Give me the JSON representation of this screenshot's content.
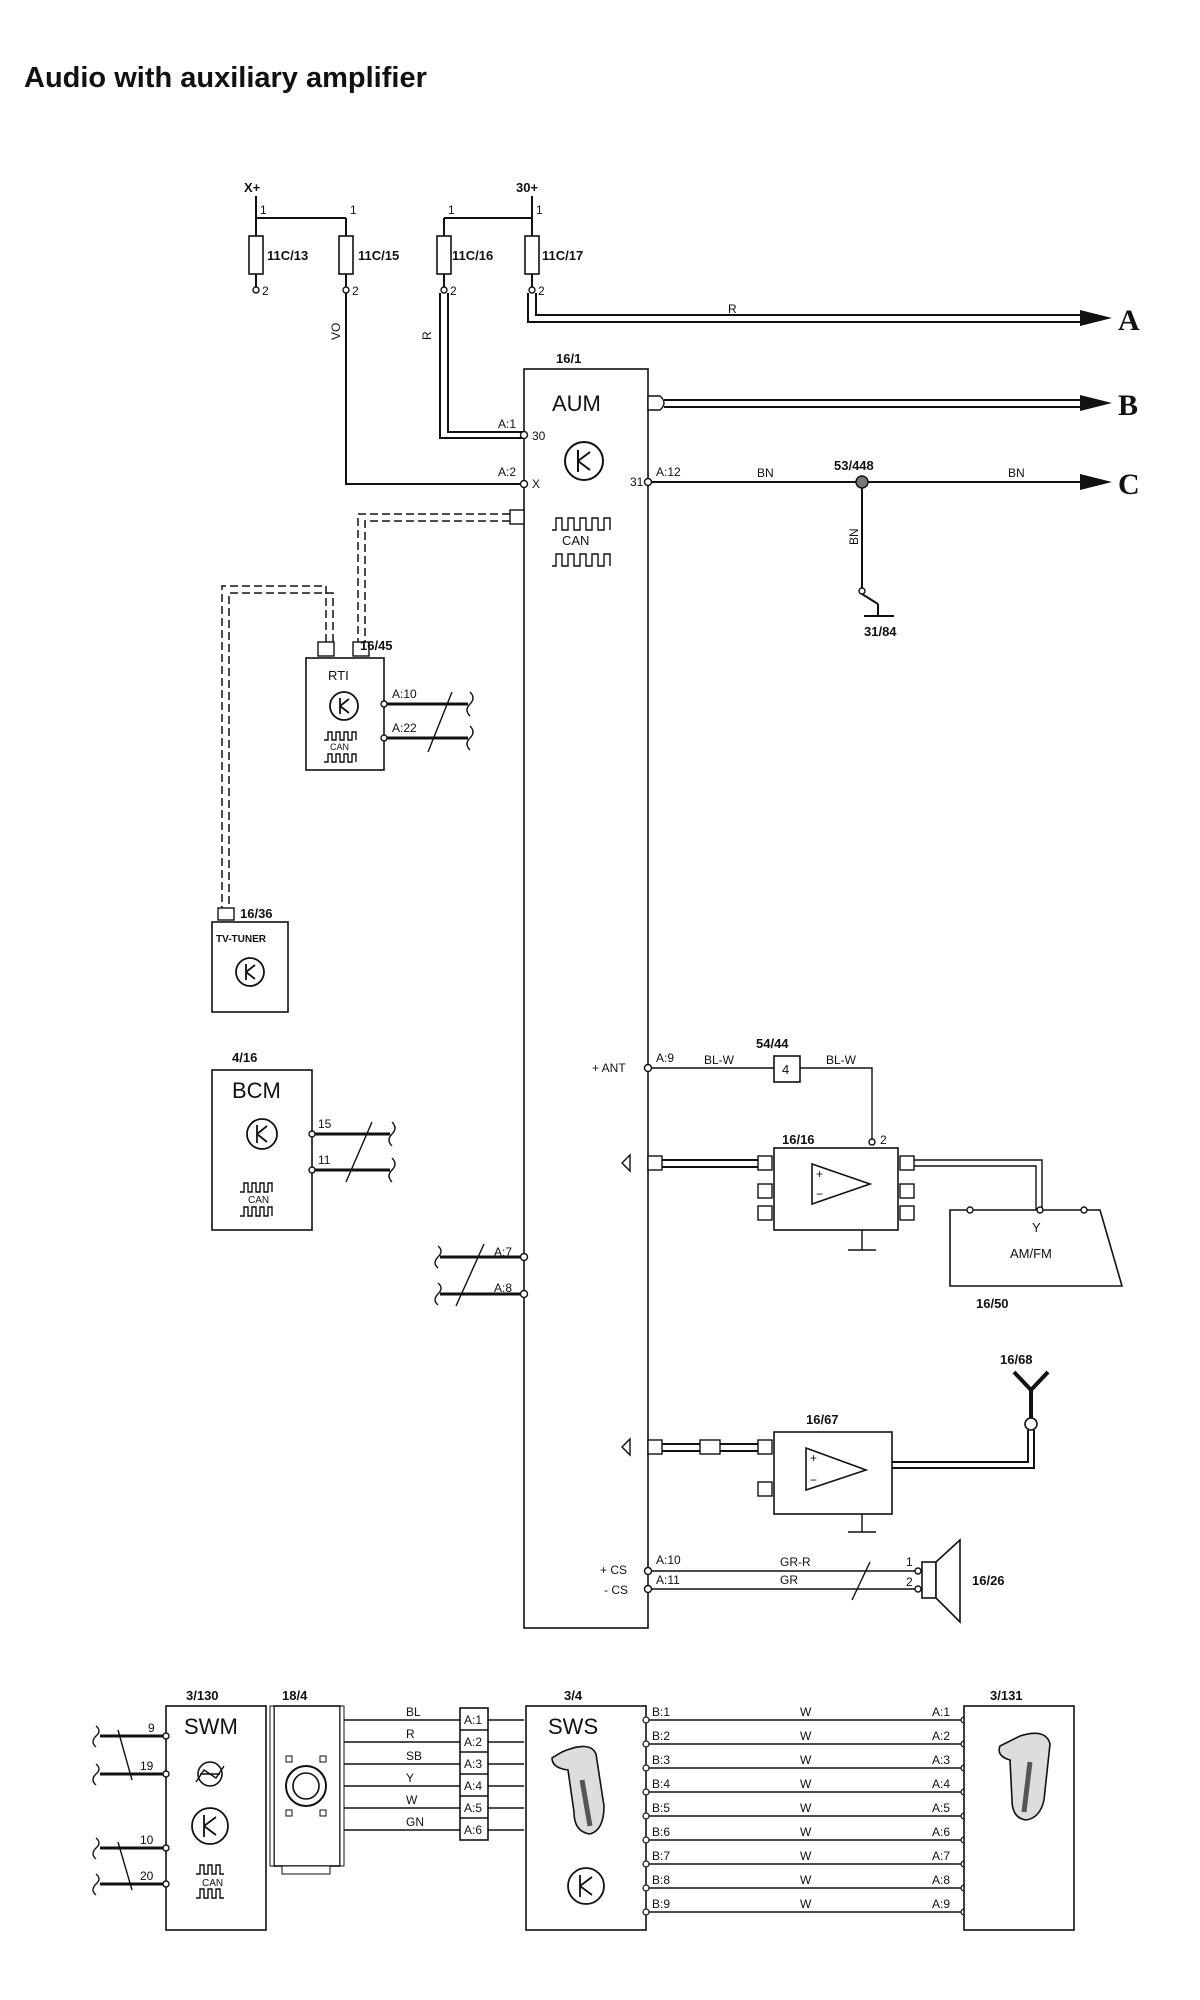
{
  "title": "Audio with auxiliary amplifier",
  "arrows": {
    "a": "A",
    "b": "B",
    "c": "C"
  },
  "supplies": {
    "xplus": "X+",
    "thirty": "30+"
  },
  "fuses": [
    {
      "id": "11C/13",
      "pin_top": "1",
      "pin_bottom": "2"
    },
    {
      "id": "11C/15",
      "pin_top": "1",
      "pin_bottom": "2"
    },
    {
      "id": "11C/16",
      "pin_top": "1",
      "pin_bottom": "2"
    },
    {
      "id": "11C/17",
      "pin_top": "1",
      "pin_bottom": "2"
    }
  ],
  "wires": {
    "vo": "VO",
    "r": "R",
    "r2": "R",
    "bn1": "BN",
    "bn2": "BN",
    "bn3": "BN",
    "blw1": "BL-W",
    "blw2": "BL-W",
    "grr": "GR-R",
    "gr": "GR"
  },
  "aum": {
    "ref": "16/1",
    "name": "AUM",
    "can": "CAN",
    "pins": {
      "a1": "A:1",
      "a2": "A:2",
      "a12": "A:12",
      "a9": "A:9",
      "a7": "A:7",
      "a8": "A:8",
      "a10": "A:10",
      "a11": "A:11"
    },
    "internal": {
      "p30": "30",
      "px": "X",
      "p31": "31",
      "ant": "+ ANT",
      "cs_plus": "+ CS",
      "cs_minus": "- CS"
    }
  },
  "ground_point": {
    "ref": "53/448"
  },
  "ground": {
    "ref": "31/84"
  },
  "rti": {
    "ref": "16/45",
    "name": "RTI",
    "can": "CAN",
    "pins": [
      "A:10",
      "A:22"
    ]
  },
  "tv_tuner": {
    "ref": "16/36",
    "name": "TV-TUNER"
  },
  "bcm": {
    "ref": "4/16",
    "name": "BCM",
    "can": "CAN",
    "pins": [
      "15",
      "11"
    ]
  },
  "splice": {
    "ref": "54/44",
    "value": "4"
  },
  "amp1": {
    "ref": "16/16",
    "pin": "2"
  },
  "amfm": {
    "ref": "16/50",
    "name": "AM/FM"
  },
  "amp2": {
    "ref": "16/67"
  },
  "antenna2": {
    "ref": "16/68"
  },
  "speaker": {
    "ref": "16/26",
    "pins": [
      "1",
      "2"
    ]
  },
  "swm": {
    "ref": "3/130",
    "name": "SWM",
    "can": "CAN",
    "pins": [
      "9",
      "19",
      "10",
      "20"
    ]
  },
  "clockspring": {
    "ref": "18/4"
  },
  "sws": {
    "ref": "3/4",
    "name": "SWS"
  },
  "sws_in": [
    {
      "color": "BL",
      "conn": "A:1"
    },
    {
      "color": "R",
      "conn": "A:2"
    },
    {
      "color": "SB",
      "conn": "A:3"
    },
    {
      "color": "Y",
      "conn": "A:4"
    },
    {
      "color": "W",
      "conn": "A:5"
    },
    {
      "color": "GN",
      "conn": "A:6"
    }
  ],
  "sws_out": [
    {
      "left": "B:1",
      "color": "W",
      "right": "A:1"
    },
    {
      "left": "B:2",
      "color": "W",
      "right": "A:2"
    },
    {
      "left": "B:3",
      "color": "W",
      "right": "A:3"
    },
    {
      "left": "B:4",
      "color": "W",
      "right": "A:4"
    },
    {
      "left": "B:5",
      "color": "W",
      "right": "A:5"
    },
    {
      "left": "B:6",
      "color": "W",
      "right": "A:6"
    },
    {
      "left": "B:7",
      "color": "W",
      "right": "A:7"
    },
    {
      "left": "B:8",
      "color": "W",
      "right": "A:8"
    },
    {
      "left": "B:9",
      "color": "W",
      "right": "A:9"
    }
  ],
  "switch3131": {
    "ref": "3/131"
  }
}
